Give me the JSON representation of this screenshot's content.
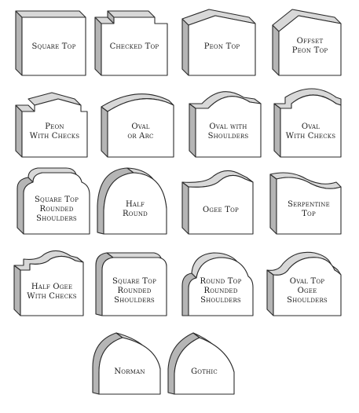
{
  "shapes": [
    {
      "id": "square-top",
      "lines": [
        "Square Top"
      ]
    },
    {
      "id": "checked-top",
      "lines": [
        "Checked Top"
      ]
    },
    {
      "id": "peon-top",
      "lines": [
        "Peon Top"
      ]
    },
    {
      "id": "offset-peon-top",
      "lines": [
        "Offset",
        "Peon Top"
      ]
    },
    {
      "id": "peon-with-checks",
      "lines": [
        "Peon",
        "With Checks"
      ]
    },
    {
      "id": "oval-or-arc",
      "lines": [
        "Oval",
        "or Arc"
      ]
    },
    {
      "id": "oval-with-shoulders",
      "lines": [
        "Oval with",
        "Shoulders"
      ]
    },
    {
      "id": "oval-with-checks",
      "lines": [
        "Oval",
        "With Checks"
      ]
    },
    {
      "id": "square-top-rounded-shoulders-1",
      "lines": [
        "Square Top",
        "Rounded",
        "Shoulders"
      ]
    },
    {
      "id": "half-round",
      "lines": [
        "Half",
        "Round"
      ]
    },
    {
      "id": "ogee-top",
      "lines": [
        "Ogee Top"
      ]
    },
    {
      "id": "serpentine-top",
      "lines": [
        "Serpentine",
        "Top"
      ]
    },
    {
      "id": "half-ogee-with-checks",
      "lines": [
        "Half Ogee",
        "With Checks"
      ]
    },
    {
      "id": "square-top-rounded-shoulders-2",
      "lines": [
        "Square Top",
        "Rounded",
        "Shoulders"
      ]
    },
    {
      "id": "round-top-rounded-shoulders",
      "lines": [
        "Round Top",
        "Rounded",
        "Shoulders"
      ]
    },
    {
      "id": "oval-top-ogee-shoulders",
      "lines": [
        "Oval Top",
        "Ogee",
        "Shoulders"
      ]
    },
    {
      "id": "norman",
      "lines": [
        "Norman"
      ]
    },
    {
      "id": "gothic",
      "lines": [
        "Gothic"
      ]
    }
  ]
}
